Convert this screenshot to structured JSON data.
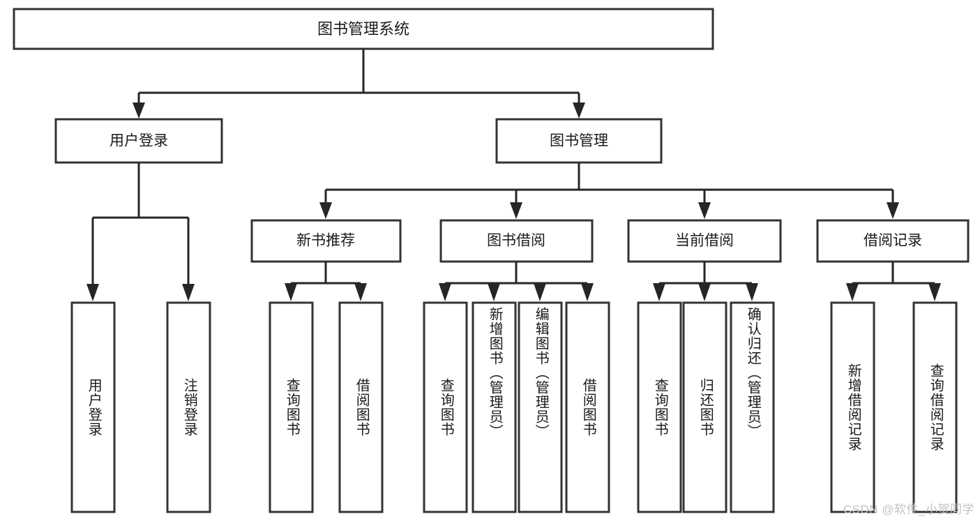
{
  "diagram": {
    "type": "tree-hierarchy-flowchart",
    "title_node": {
      "id": "root",
      "label": "图书管理系统"
    },
    "level1": [
      {
        "id": "user-login",
        "label": "用户登录"
      },
      {
        "id": "book-manage",
        "label": "图书管理"
      }
    ],
    "level2": [
      {
        "id": "new-book-rec",
        "label": "新书推荐",
        "parent": "book-manage"
      },
      {
        "id": "book-borrow",
        "label": "图书借阅",
        "parent": "book-manage"
      },
      {
        "id": "current-borrow",
        "label": "当前借阅",
        "parent": "book-manage"
      },
      {
        "id": "borrow-record",
        "label": "借阅记录",
        "parent": "book-manage"
      }
    ],
    "leaves": {
      "user-login": [
        {
          "id": "leaf-user-login",
          "label": "用户登录"
        },
        {
          "id": "leaf-logout",
          "label": "注销登录"
        }
      ],
      "new-book-rec": [
        {
          "id": "leaf-query-book-1",
          "label": "查询图书"
        },
        {
          "id": "leaf-borrow-book-1",
          "label": "借阅图书"
        }
      ],
      "book-borrow": [
        {
          "id": "leaf-query-book-2",
          "label": "查询图书"
        },
        {
          "id": "leaf-add-book",
          "label": "新增图书（管理员）"
        },
        {
          "id": "leaf-edit-book",
          "label": "编辑图书（管理员）"
        },
        {
          "id": "leaf-borrow-book-2",
          "label": "借阅图书"
        }
      ],
      "current-borrow": [
        {
          "id": "leaf-query-book-3",
          "label": "查询图书"
        },
        {
          "id": "leaf-return-book",
          "label": "归还图书"
        },
        {
          "id": "leaf-confirm-return",
          "label": "确认归还（管理员）"
        }
      ],
      "borrow-record": [
        {
          "id": "leaf-add-record",
          "label": "新增借阅记录"
        },
        {
          "id": "leaf-query-record",
          "label": "查询借阅记录"
        }
      ]
    },
    "colors": {
      "box_stroke": "#333333",
      "box_fill": "#ffffff",
      "connector": "#262626",
      "text": "#1a1a1a",
      "background": "#ffffff",
      "watermark": "#c2c2c2"
    }
  },
  "watermark": {
    "text": "CSDN @软件_小贺同学"
  }
}
